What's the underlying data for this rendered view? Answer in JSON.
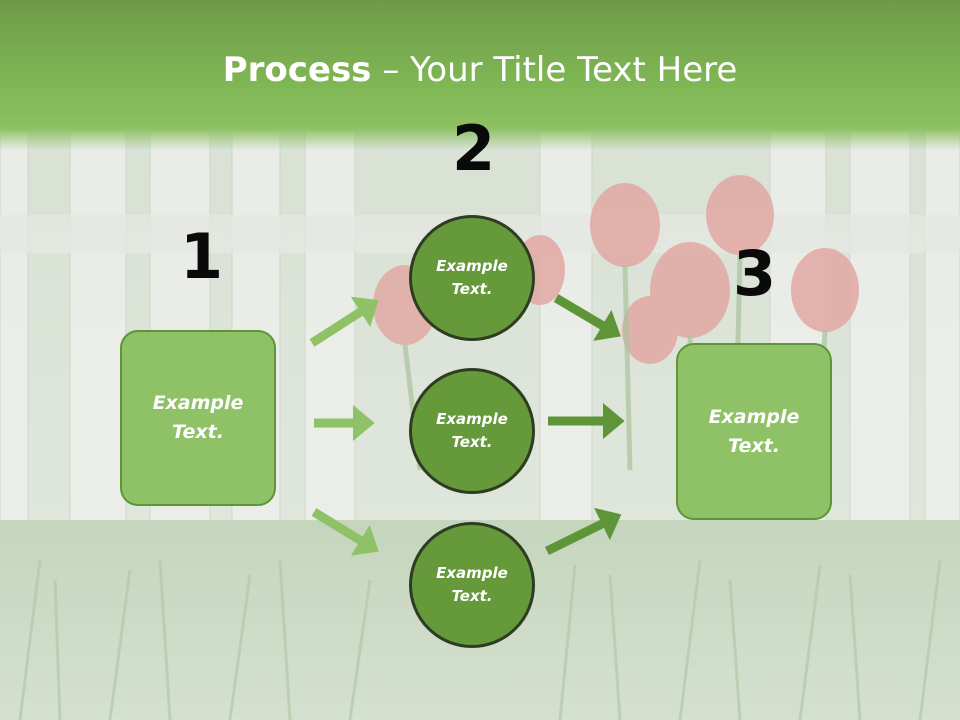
{
  "title": {
    "bold": "Process",
    "rest": " – Your Title Text Here"
  },
  "steps": [
    "1",
    "2",
    "3"
  ],
  "left_box": {
    "text": "Example\nText."
  },
  "right_box": {
    "text": "Example\nText."
  },
  "circles": [
    {
      "text": "Example\nText."
    },
    {
      "text": "Example\nText."
    },
    {
      "text": "Example\nText."
    }
  ],
  "colors": {
    "header_green": "#7fb654",
    "box_fill": "#8fc166",
    "circle_fill": "#65993a",
    "arrow_light": "#8fc166",
    "arrow_dark": "#5e9538"
  }
}
